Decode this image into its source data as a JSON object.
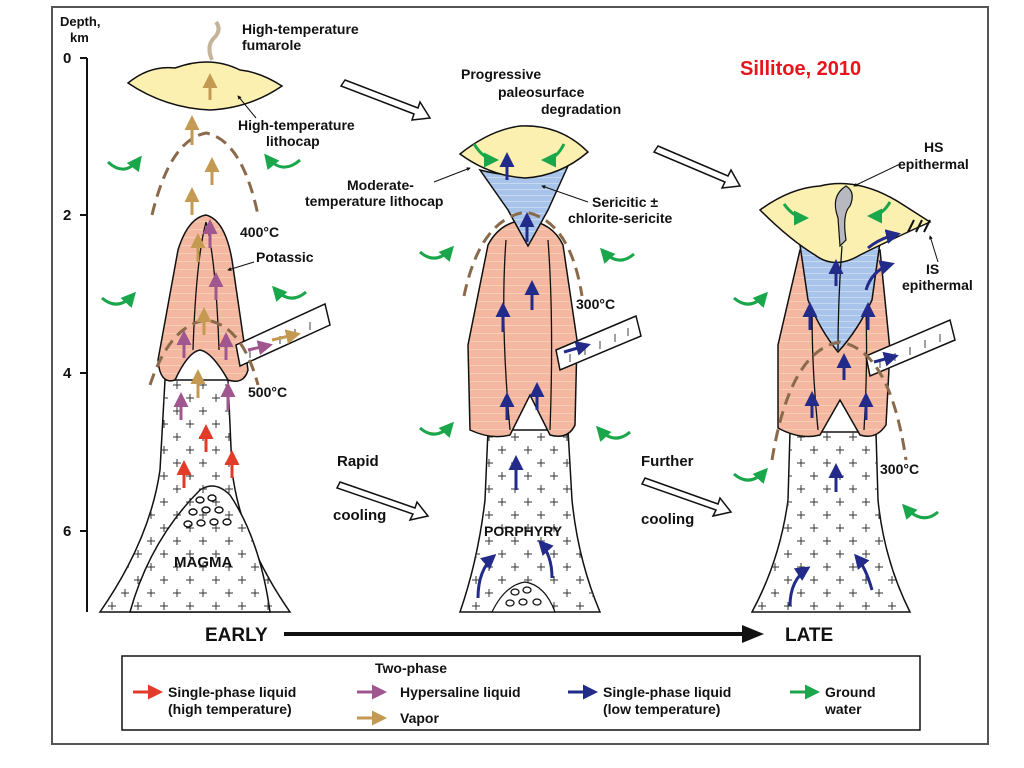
{
  "credit": {
    "text": "Sillitoe, 2010",
    "color": "#e8141c"
  },
  "depth_axis": {
    "title_line1": "Depth,",
    "title_line2": "km",
    "ticks": [
      "0",
      "2",
      "4",
      "6"
    ]
  },
  "panels": {
    "early": {
      "fumarole": "High-temperature",
      "fumarole_2": "fumarole",
      "lithocap": "High-temperature",
      "lithocap_2": "lithocap",
      "isotherm_400": "400°C",
      "isotherm_500": "500°C",
      "zone": "Potassic",
      "magma": "MAGMA"
    },
    "middle": {
      "title_1": "Progressive",
      "title_2": "paleosurface",
      "title_3": "degradation",
      "lithocap_1": "Moderate-",
      "lithocap_2": "temperature lithocap",
      "sericitic_1": "Sericitic ±",
      "sericitic_2": "chlorite-sericite",
      "isotherm_300": "300°C",
      "porphyry": "PORPHYRY"
    },
    "late": {
      "hs_1": "HS",
      "hs_2": "epithermal",
      "is_1": "IS",
      "is_2": "epithermal",
      "isotherm_300": "300°C"
    }
  },
  "transitions": {
    "rapid_1": "Rapid",
    "rapid_2": "cooling",
    "further_1": "Further",
    "further_2": "cooling"
  },
  "timeline": {
    "start": "EARLY",
    "end": "LATE"
  },
  "legend": {
    "two_phase": "Two-phase",
    "items": [
      {
        "label_1": "Single-phase liquid",
        "label_2": "(high temperature)",
        "color": "#e23b2a"
      },
      {
        "label_1": "Hypersaline liquid",
        "label_2": "",
        "color": "#a0568f"
      },
      {
        "label_1": "Vapor",
        "label_2": "",
        "color": "#c49a52"
      },
      {
        "label_1": "Single-phase liquid",
        "label_2": "(low temperature)",
        "color": "#222a8a"
      },
      {
        "label_1": "Ground",
        "label_2": "water",
        "color": "#1aa64a"
      }
    ]
  },
  "colors": {
    "potassic": "#f4b8a0",
    "lithocap": "#fbf0b0",
    "sericitic": "#a8c4ea",
    "isotherm": "#8a6a4a"
  }
}
